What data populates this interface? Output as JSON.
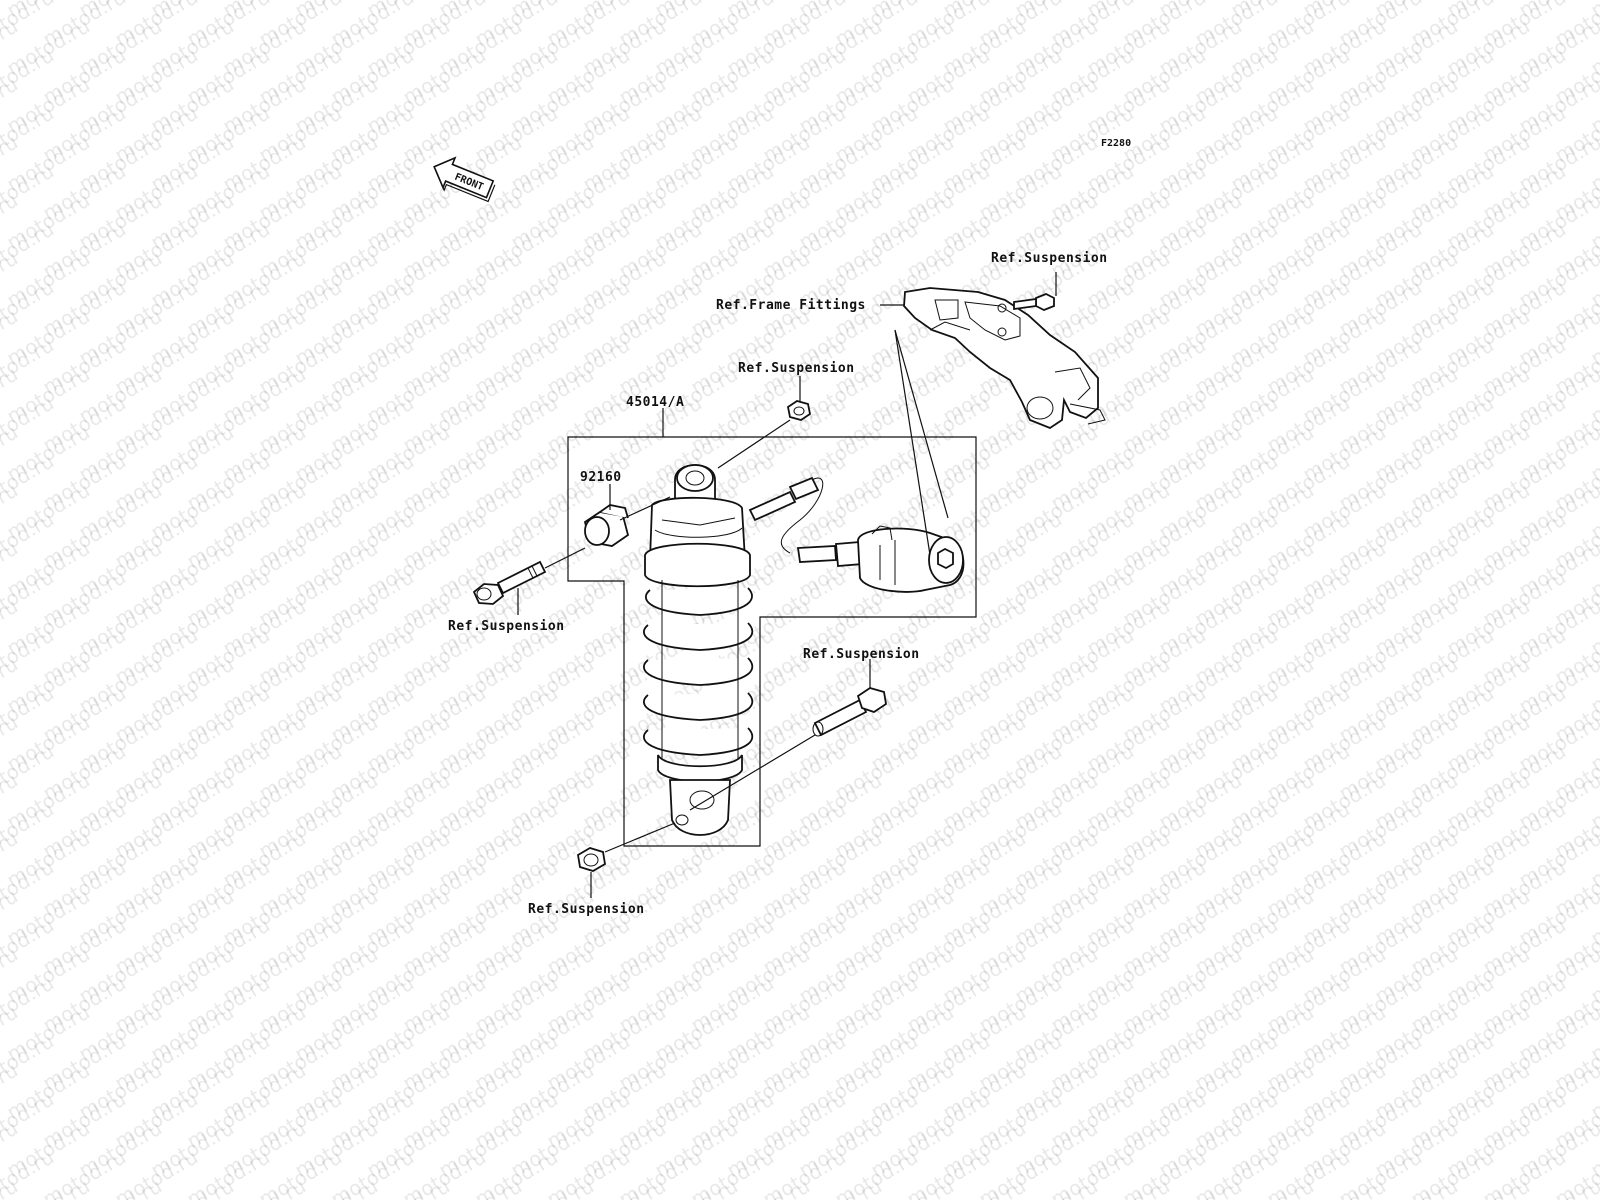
{
  "diagram": {
    "figure_code": "F2280",
    "front_label": "FRONT",
    "watermark": "motod.ru",
    "labels": {
      "ref_suspension_top_right": "Ref.Suspension",
      "ref_frame_fittings": "Ref.Frame Fittings",
      "ref_suspension_top_nut": "Ref.Suspension",
      "part_shock_absorber": "45014/A",
      "part_bushing": "92160",
      "ref_suspension_left_bolt": "Ref.Suspension",
      "ref_suspension_lower_bolt": "Ref.Suspension",
      "ref_suspension_bottom_nut": "Ref.Suspension"
    }
  }
}
